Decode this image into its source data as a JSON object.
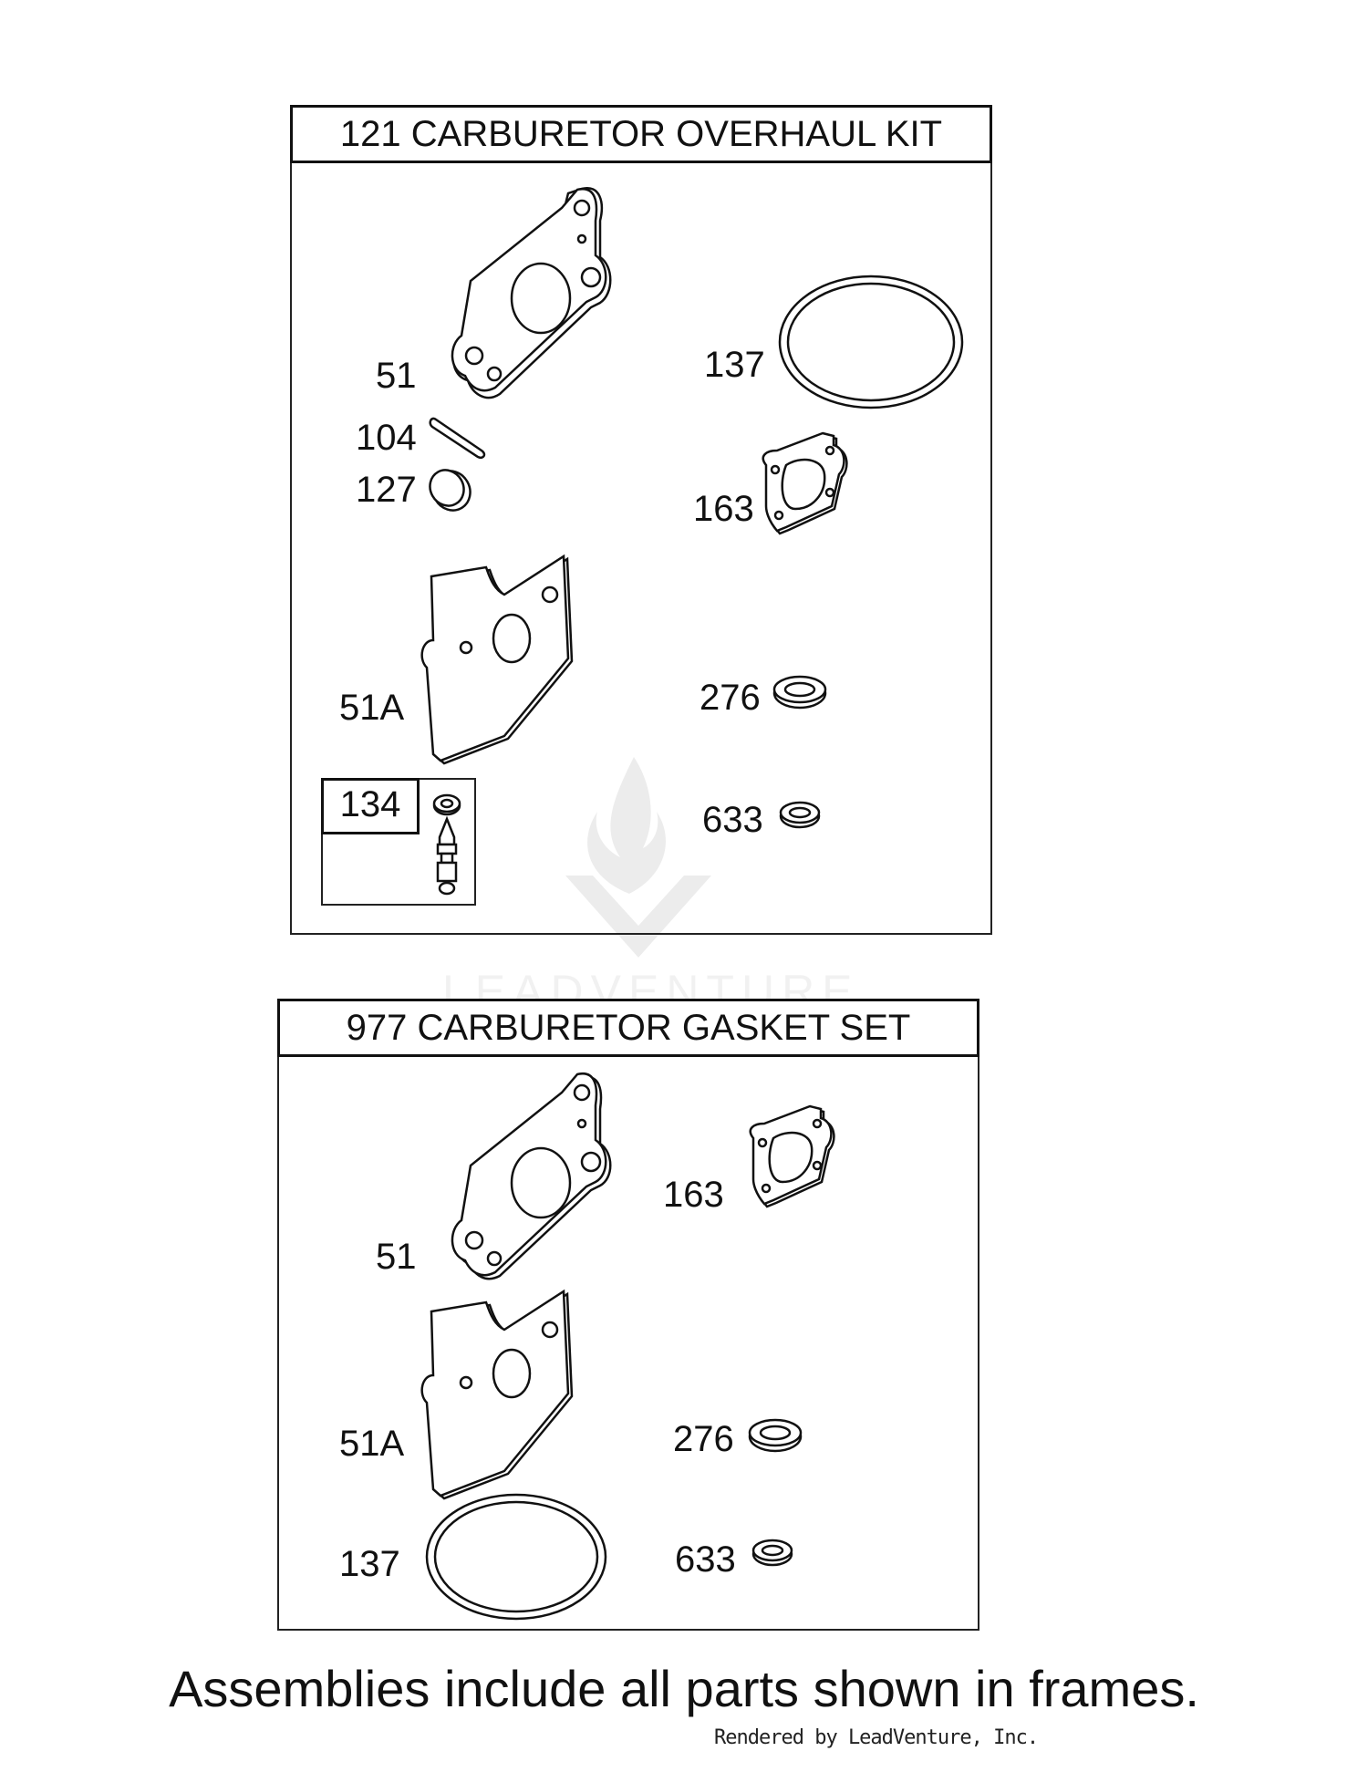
{
  "kit": {
    "title": "121 CARBURETOR OVERHAUL KIT",
    "labels": {
      "l51": "51",
      "l104": "104",
      "l127": "127",
      "l51a": "51A",
      "l137": "137",
      "l163": "163",
      "l276": "276",
      "l633": "633"
    },
    "subkit": {
      "title": "134"
    }
  },
  "gasket_set": {
    "title": "977 CARBURETOR GASKET SET",
    "labels": {
      "l51": "51",
      "l163": "163",
      "l51a": "51A",
      "l276": "276",
      "l137": "137",
      "l633": "633"
    }
  },
  "footer": {
    "note": "Assemblies include all parts shown in frames.",
    "rendered_by": "Rendered by LeadVenture, Inc."
  },
  "watermark": {
    "text": "LEADVENTURE"
  }
}
